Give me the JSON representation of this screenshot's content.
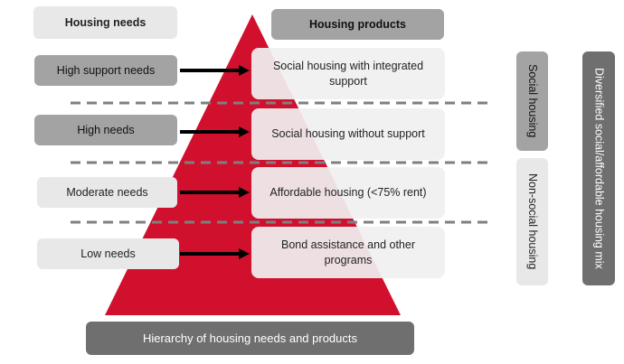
{
  "headers": {
    "needs": "Housing needs",
    "products": "Housing products"
  },
  "needs": [
    "High support needs",
    "High needs",
    "Moderate needs",
    "Low needs"
  ],
  "products": [
    "Social housing with integrated support",
    "Social housing without support",
    "Affordable housing (<75% rent)",
    "Bond assistance and other programs"
  ],
  "side_labels": {
    "social": "Social housing",
    "non_social": "Non-social housing",
    "mix": "Diversified social/affordable housing mix"
  },
  "footer": "Hierarchy of housing needs and products",
  "colors": {
    "pyramid": "#d0102d",
    "dark_box": "#6f6f6f",
    "mid_box": "#a3a3a3",
    "light_box": "#e8e8e8",
    "dash": "#7f7f7f"
  }
}
